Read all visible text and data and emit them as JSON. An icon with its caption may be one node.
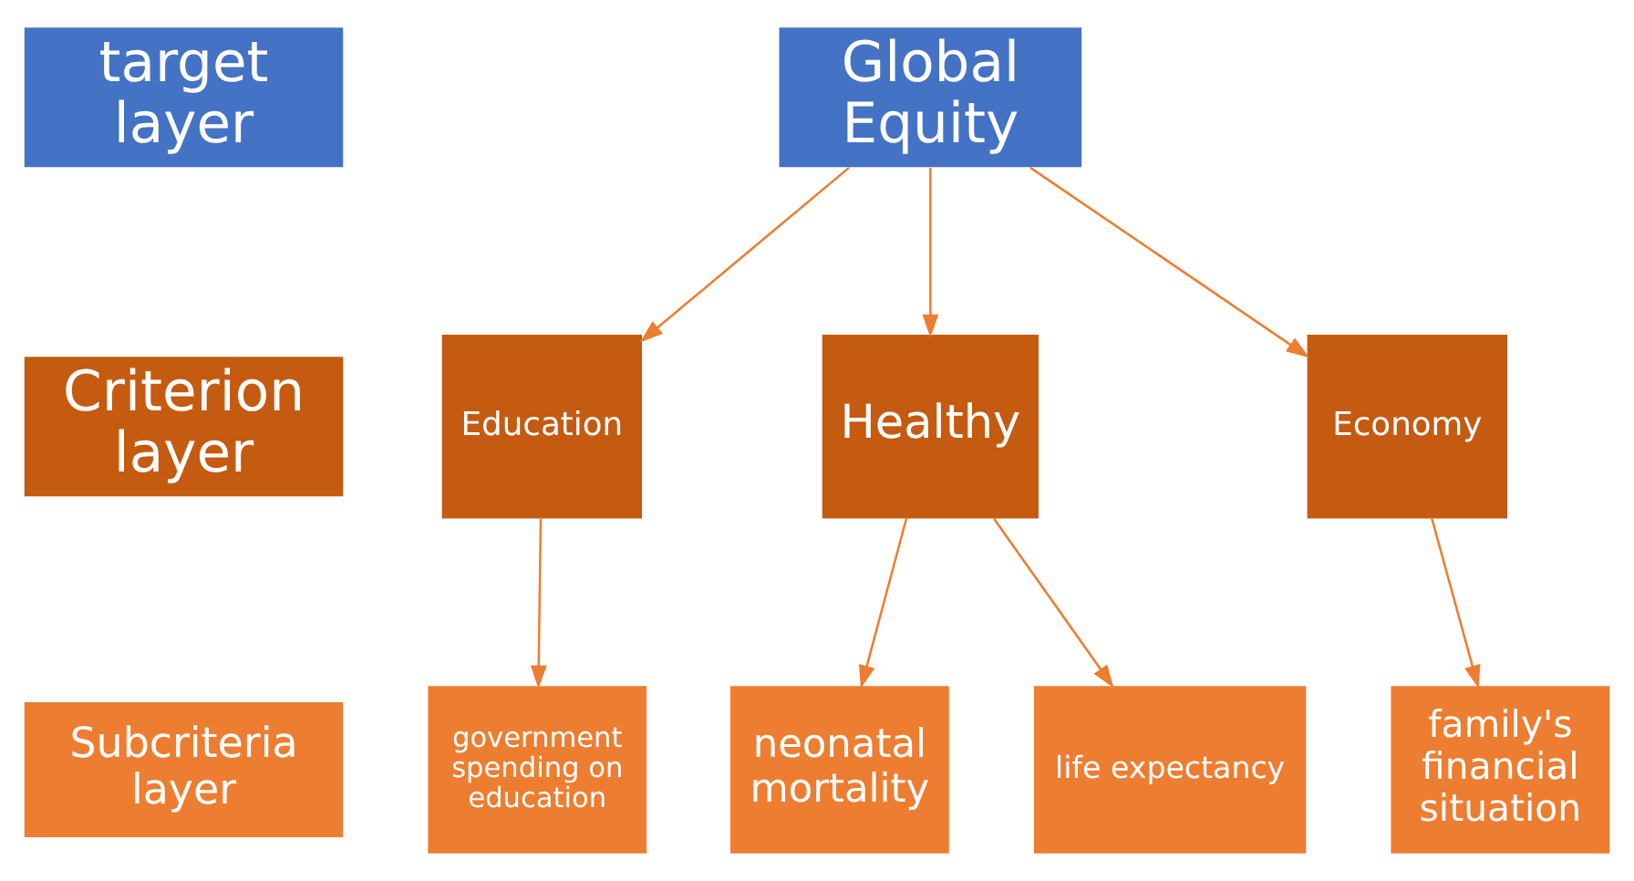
{
  "diagram": {
    "nodes": [
      {
        "text": [
          "target layer"
        ]
      },
      {
        "text": [
          "Global Equity"
        ]
      },
      {
        "text": [
          "Criterion layer"
        ]
      },
      {
        "text": [
          "Education"
        ]
      },
      {
        "text": [
          "Healthy"
        ]
      },
      {
        "text": [
          "Economy"
        ]
      },
      {
        "text": [
          "Subcriteria layer"
        ]
      },
      {
        "text": [
          "government spending on education"
        ]
      },
      {
        "text": [
          "neonatal mortality"
        ]
      },
      {
        "text": [
          "life expectancy"
        ]
      },
      {
        "text": [
          "family's financial situation"
        ]
      }
    ],
    "edges": [
      {
        "from": 1,
        "to": 3,
        "arrow": "to"
      },
      {
        "from": 1,
        "to": 4,
        "arrow": "to"
      },
      {
        "from": 1,
        "to": 5,
        "arrow": "to"
      },
      {
        "from": 3,
        "to": 7,
        "arrow": "to"
      },
      {
        "from": 4,
        "to": 8,
        "arrow": "to"
      },
      {
        "from": 4,
        "to": 9,
        "arrow": "to"
      },
      {
        "from": 5,
        "to": 10,
        "arrow": "to"
      }
    ]
  }
}
